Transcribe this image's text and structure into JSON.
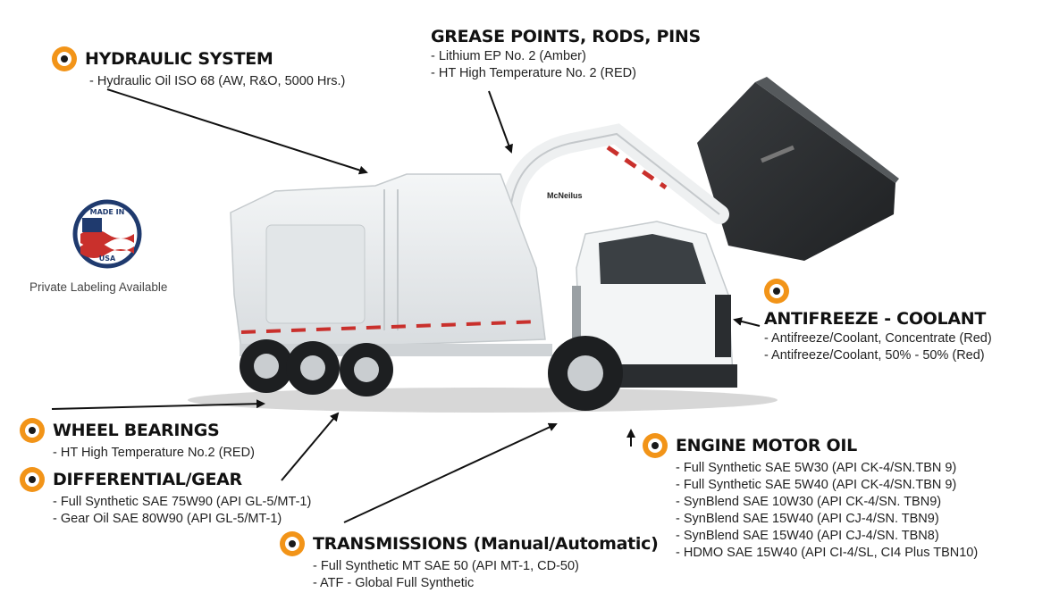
{
  "hydraulic": {
    "title": "HYDRAULIC SYSTEM",
    "items": [
      "- Hydraulic Oil ISO 68 (AW, R&O, 5000 Hrs.)"
    ]
  },
  "grease": {
    "title": "GREASE POINTS, RODS, PINS",
    "items": [
      "- Lithium EP No. 2 (Amber)",
      "- HT High Temperature No. 2 (RED)"
    ]
  },
  "antifreeze": {
    "title": "ANTIFREEZE - COOLANT",
    "items": [
      "- Antifreeze/Coolant, Concentrate (Red)",
      "- Antifreeze/Coolant, 50% - 50% (Red)"
    ]
  },
  "wheel": {
    "title": "WHEEL BEARINGS",
    "items": [
      "- HT High Temperature No.2 (RED)"
    ]
  },
  "differential": {
    "title": "DIFFERENTIAL/GEAR",
    "items": [
      "- Full Synthetic SAE 75W90 (API GL-5/MT-1)",
      "- Gear Oil SAE 80W90 (API GL-5/MT-1)"
    ]
  },
  "engine": {
    "title": "ENGINE MOTOR OIL",
    "items": [
      "- Full Synthetic SAE 5W30 (API CK-4/SN.TBN 9)",
      "- Full Synthetic SAE 5W40 (API CK-4/SN.TBN 9)",
      "- SynBlend SAE 10W30 (API CK-4/SN. TBN9)",
      "- SynBlend SAE 15W40 (API CJ-4/SN. TBN9)",
      "- SynBlend SAE 15W40 (API CJ-4/SN. TBN8)",
      "- HDMO SAE 15W40 (API CI-4/SL, CI4 Plus TBN10)"
    ]
  },
  "transmissions": {
    "title": "TRANSMISSIONS (Manual/Automatic)",
    "items": [
      "- Full Synthetic MT SAE 50 (API MT-1, CD-50)",
      "- ATF - Global Full Synthetic"
    ]
  },
  "badge": {
    "top": "MADE IN",
    "bottom": "USA",
    "caption": "Private Labeling Available"
  },
  "truck": {
    "brand": "McNeilus"
  },
  "colors": {
    "accent": "#f29418",
    "truck_body": "#e9ecef",
    "container": "#2b2e31",
    "stripe": "#c9302c"
  }
}
